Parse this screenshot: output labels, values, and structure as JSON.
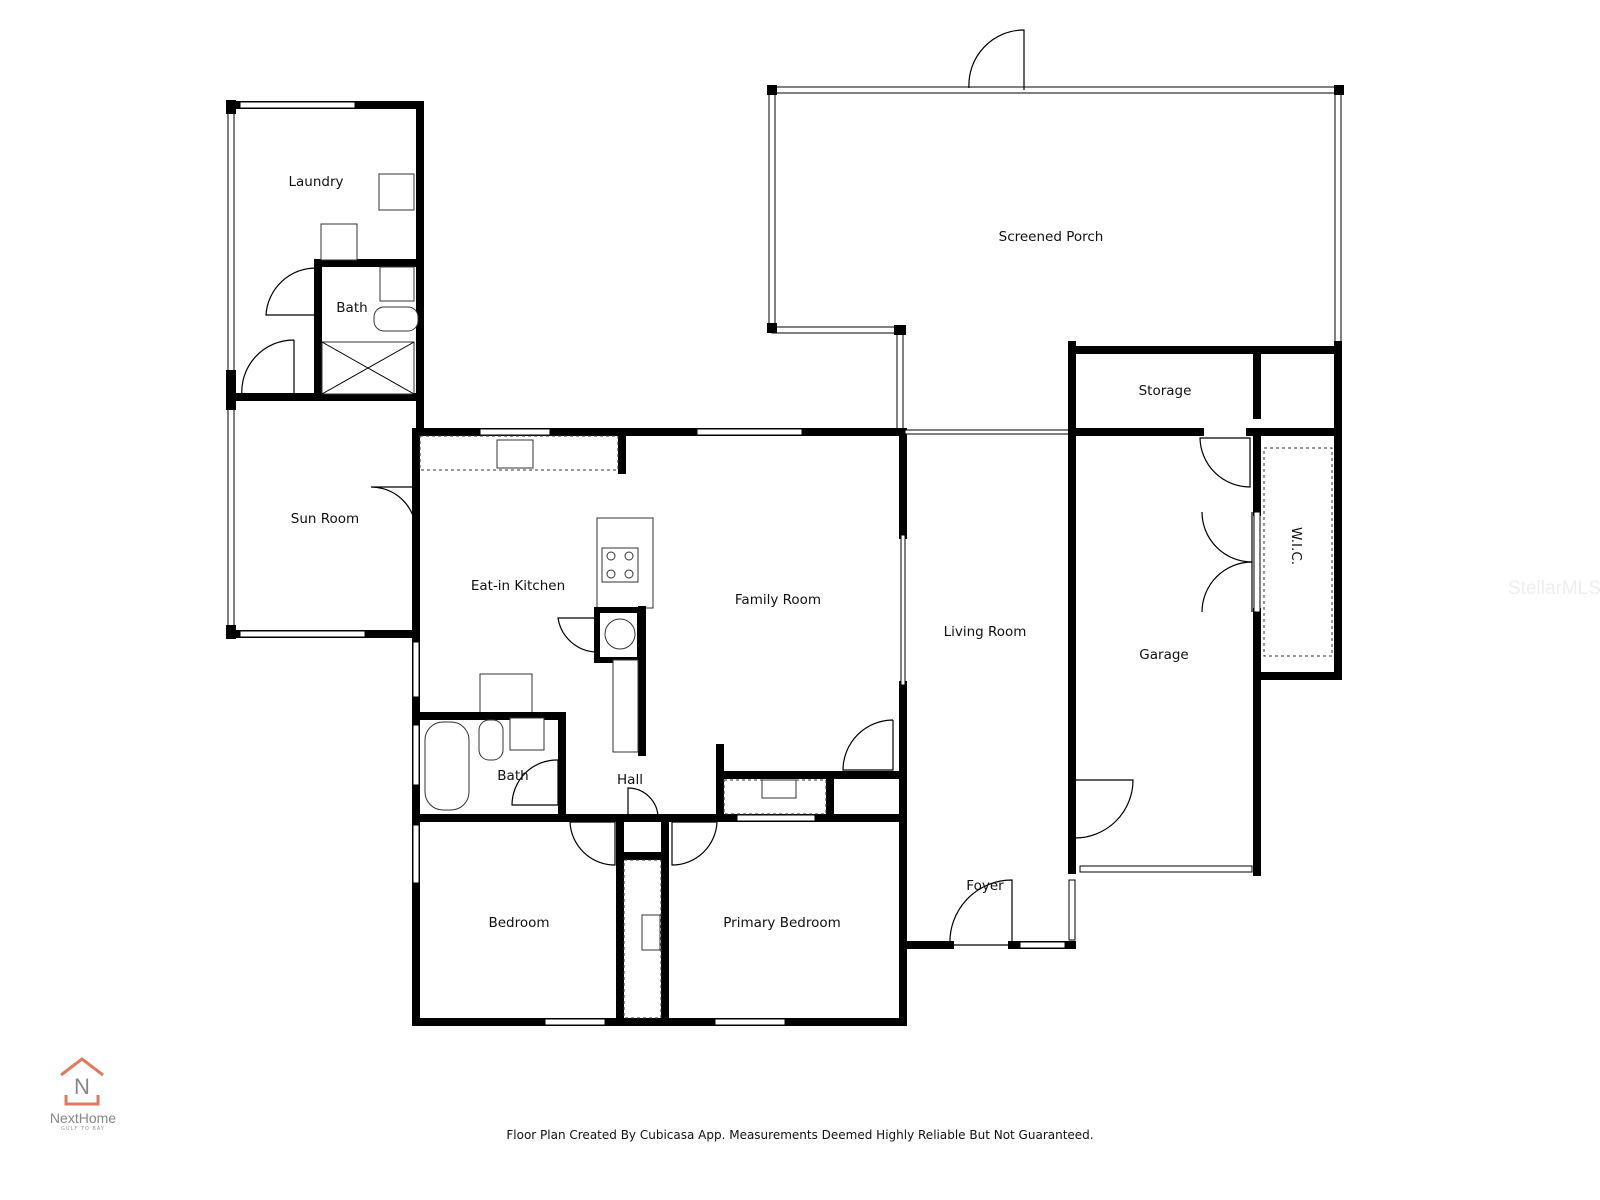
{
  "rooms": {
    "laundry": "Laundry",
    "bath_upper": "Bath",
    "sun_room": "Sun Room",
    "screened_porch": "Screened Porch",
    "storage": "Storage",
    "eat_in_kitchen": "Eat-in Kitchen",
    "family_room": "Family Room",
    "living_room": "Living Room",
    "garage": "Garage",
    "wic": "W.I.C.",
    "bath_lower": "Bath",
    "hall": "Hall",
    "bedroom": "Bedroom",
    "primary_bedroom": "Primary Bedroom",
    "foyer": "Foyer"
  },
  "footer": "Floor Plan Created By Cubicasa App. Measurements Deemed Highly Reliable But Not Guaranteed.",
  "watermark": "StellarMLS",
  "logo": {
    "letter": "N",
    "name": "NextHome",
    "tagline": "GULF TO BAY",
    "color": "#e07a5f"
  }
}
